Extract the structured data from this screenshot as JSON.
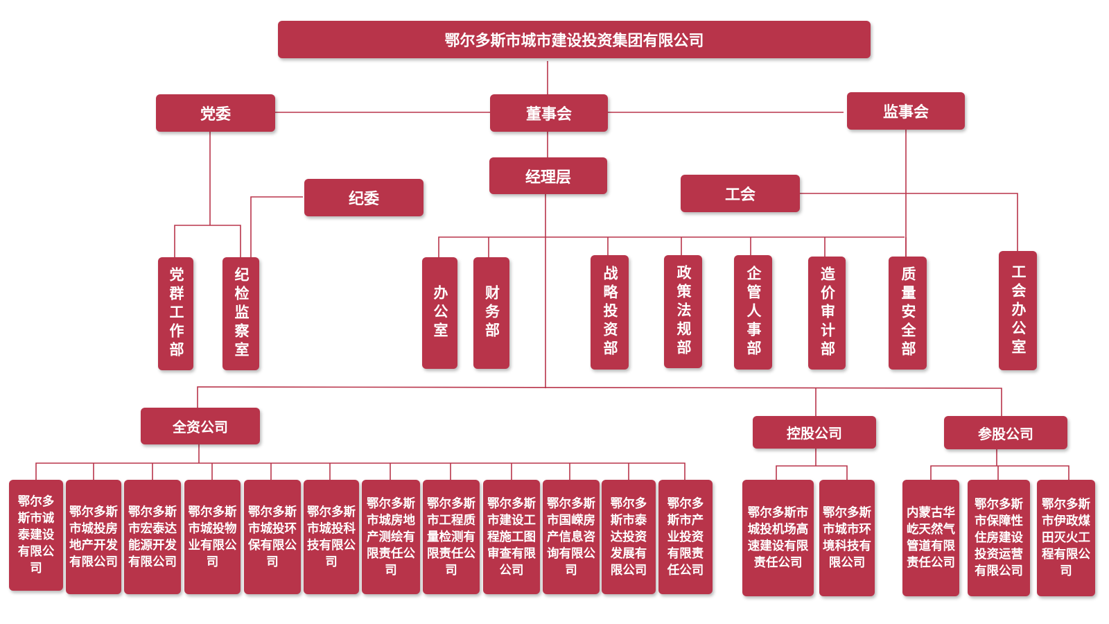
{
  "root": "鄂尔多斯市城市建设投资集团有限公司",
  "party_committee": "党委",
  "board": "董事会",
  "supervisory_board": "监事会",
  "management": "经理层",
  "discipline_committee": "纪委",
  "union": "工会",
  "departments": [
    "党群工作部",
    "纪检监察室",
    "办公室",
    "财务部",
    "战略投资部",
    "政策法规部",
    "企管人事部",
    "造价审计部",
    "质量安全部",
    "工会办公室"
  ],
  "wholly_owned": {
    "label": "全资公司",
    "companies": [
      "鄂尔多斯市诚泰建设有限公司",
      "鄂尔多斯市城投房地产开发有限公司",
      "鄂尔多斯市宏泰达能源开发有限公司",
      "鄂尔多斯市城投物业有限公司",
      "鄂尔多斯市城投环保有限公司",
      "鄂尔多斯市城投科技有限公司",
      "鄂尔多斯市城房地产测绘有限责任公司",
      "鄂尔多斯市工程质量检测有限责任公司",
      "鄂尔多斯市建设工程施工图审查有限公司",
      "鄂尔多斯市国嵘房产信息咨询有限公司",
      "鄂尔多斯市泰达投资发展有限公司",
      "鄂尔多斯市产业投资有限责任公司"
    ]
  },
  "holding": {
    "label": "控股公司",
    "companies": [
      "鄂尔多斯市城投机场高速建设有限责任公司",
      "鄂尔多斯市城市环境科技有限公司"
    ]
  },
  "participating": {
    "label": "参股公司",
    "companies": [
      "内蒙古华屹天然气管道有限责任公司",
      "鄂尔多斯市保障性住房建设投资运营有限公司",
      "鄂尔多斯市伊政煤田灭火工程有限公司"
    ]
  },
  "colors": {
    "box": "#b8344a",
    "text": "#ffffff",
    "line": "#b8344a"
  }
}
